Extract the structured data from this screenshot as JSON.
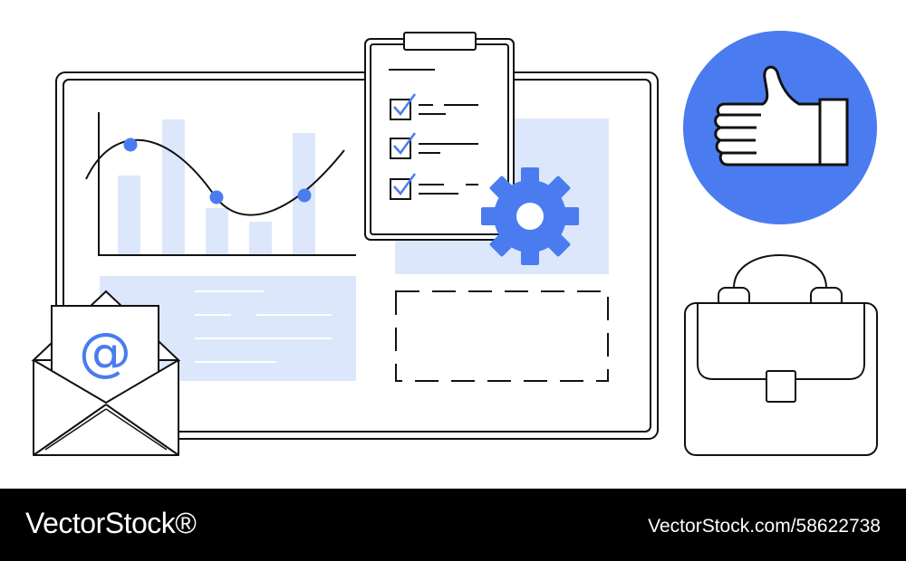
{
  "illustration": {
    "accent_color": "#4a7cf0",
    "light_fill_color": "#dde7fb",
    "stroke_color": "#111111",
    "icons": [
      "whiteboard",
      "line-bar-chart",
      "clipboard-checklist",
      "gear-icon",
      "thumbs-up-icon",
      "briefcase-icon",
      "envelope-icon",
      "at-sign-icon"
    ],
    "checklist_items_checked": 3,
    "envelope_symbol": "@"
  },
  "footer": {
    "brand": "VectorStock®",
    "image_id": "VectorStock.com/58622738",
    "background": "#000000",
    "text_color": "#ffffff"
  }
}
